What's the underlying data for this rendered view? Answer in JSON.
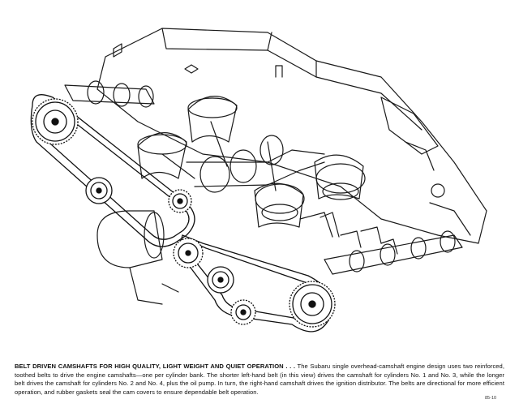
{
  "caption": {
    "headline": "BELT DRIVEN CAMSHAFTS FOR HIGH QUALITY, LIGHT WEIGHT AND QUIET OPERATION . . .",
    "body": " The Subaru single overhead-camshaft engine design uses two reinforced, toothed belts to drive the engine camshafts—one per cylinder bank. The shorter left-hand belt (in this view) drives the camshaft for cylinders No. 1 and No. 3, while the longer belt drives the camshaft for cylinders No. 2 and No. 4, plus the oil pump. In turn, the right-hand camshaft drives the ignition distributor. The belts are directional for more efficient operation, and rubber gaskets seal the cam covers to ensure dependable belt operation."
  },
  "figure_code": "85-10"
}
